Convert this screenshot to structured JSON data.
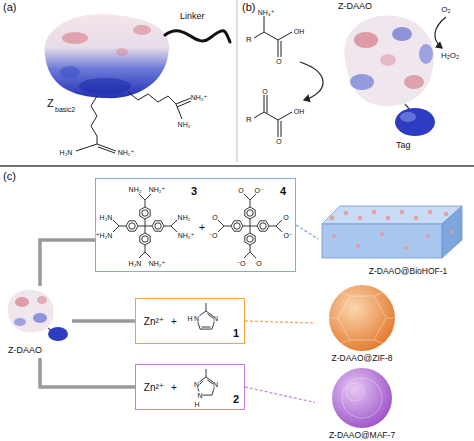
{
  "diagram": {
    "nodes": [
      {
        "text": [
          "Z-DAAO"
        ]
      },
      {
        "text": [
          "3",
          "+",
          "4"
        ]
      },
      {
        "text": [
          "Z-DAAO@BioHOF-1"
        ]
      },
      {
        "text": [
          "Zn²⁺",
          "+",
          "1"
        ]
      },
      {
        "text": [
          "Z-DAAO@ZIF-8"
        ]
      },
      {
        "text": [
          "Zn²⁺",
          "+",
          "2"
        ]
      },
      {
        "text": [
          "Z-DAAO@MAF-7"
        ]
      }
    ],
    "edges": [
      {
        "from": 0,
        "to": 1,
        "arrow": "none"
      },
      {
        "from": 1,
        "to": 2,
        "arrow": "none"
      },
      {
        "from": 0,
        "to": 3,
        "arrow": "none"
      },
      {
        "from": 3,
        "to": 4,
        "arrow": "none"
      },
      {
        "from": 0,
        "to": 5,
        "arrow": "none"
      },
      {
        "from": 5,
        "to": 6,
        "arrow": "none"
      }
    ],
    "labels": [
      "(a)",
      "Z",
      "basic2",
      "Linker",
      "H₂N",
      "NH₂⁺",
      "NH₂⁺",
      "NH₂",
      "(b)",
      "R",
      "O",
      "OH",
      "NH₃⁺",
      "R",
      "O",
      "OH",
      "O",
      "O₂",
      "H₂O₂",
      "Z-DAAO",
      "Tag",
      "(c)",
      "NH₂⁺",
      "NH₂",
      "H₂N",
      "⁺H₂N",
      "NH₂",
      "NH₂⁺",
      "H₂N",
      "NH₂⁺",
      "O",
      "O⁻",
      "O",
      "⁻O",
      "O",
      "O⁻",
      "⁻O",
      "O",
      "N",
      "N",
      "H",
      "N",
      "N",
      "N",
      "H"
    ]
  }
}
